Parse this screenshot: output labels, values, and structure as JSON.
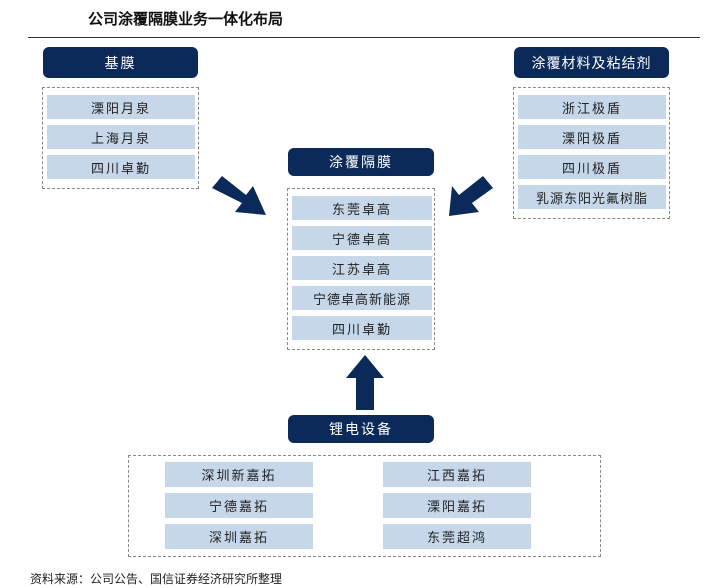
{
  "title": "公司涂覆隔膜业务一体化布局",
  "base_film": {
    "header": "基膜",
    "items": [
      "溧阳月泉",
      "上海月泉",
      "四川卓勤"
    ]
  },
  "coating_materials": {
    "header": "涂覆材料及粘结剂",
    "items": [
      "浙江极盾",
      "溧阳极盾",
      "四川极盾",
      "乳源东阳光氟树脂"
    ]
  },
  "coated_separator": {
    "header": "涂覆隔膜",
    "items": [
      "东莞卓高",
      "宁德卓高",
      "江苏卓高",
      "宁德卓高新能源",
      "四川卓勤"
    ]
  },
  "equipment": {
    "header": "锂电设备",
    "left_items": [
      "深圳新嘉拓",
      "宁德嘉拓",
      "深圳嘉拓"
    ],
    "right_items": [
      "江西嘉拓",
      "溧阳嘉拓",
      "东莞超鸿"
    ]
  },
  "source": "资料来源：公司公告、国信证券经济研究所整理",
  "colors": {
    "header": "#0b2a5a",
    "item": "#c6d7ea"
  }
}
